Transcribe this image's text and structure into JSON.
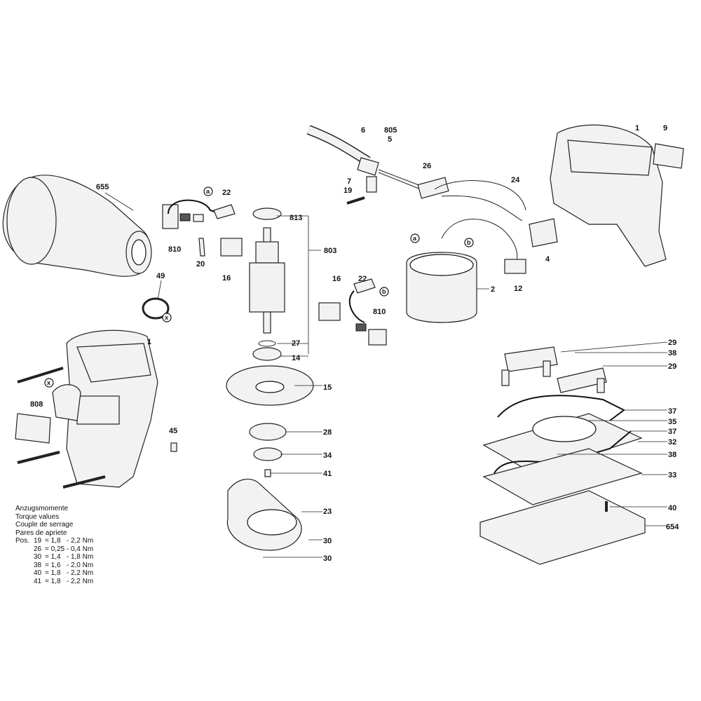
{
  "diagram": {
    "callouts": [
      {
        "label": "6"
      },
      {
        "label": "805"
      },
      {
        "label": "5"
      },
      {
        "label": "1"
      },
      {
        "label": "9"
      },
      {
        "label": "26"
      },
      {
        "label": "7"
      },
      {
        "label": "19"
      },
      {
        "label": "24"
      },
      {
        "label": "655"
      },
      {
        "label": "22"
      },
      {
        "label": "813"
      },
      {
        "label": "803"
      },
      {
        "label": "810"
      },
      {
        "label": "20"
      },
      {
        "label": "16"
      },
      {
        "label": "4"
      },
      {
        "label": "12"
      },
      {
        "label": "2"
      },
      {
        "label": "49"
      },
      {
        "label": "16"
      },
      {
        "label": "22"
      },
      {
        "label": "810"
      },
      {
        "label": "1"
      },
      {
        "label": "27"
      },
      {
        "label": "14"
      },
      {
        "label": "15"
      },
      {
        "label": "29"
      },
      {
        "label": "38"
      },
      {
        "label": "29"
      },
      {
        "label": "808"
      },
      {
        "label": "45"
      },
      {
        "label": "28"
      },
      {
        "label": "34"
      },
      {
        "label": "41"
      },
      {
        "label": "37"
      },
      {
        "label": "35"
      },
      {
        "label": "37"
      },
      {
        "label": "32"
      },
      {
        "label": "38"
      },
      {
        "label": "33"
      },
      {
        "label": "23"
      },
      {
        "label": "40"
      },
      {
        "label": "654"
      },
      {
        "label": "30"
      },
      {
        "label": "30"
      }
    ],
    "markers": [
      {
        "label": "a"
      },
      {
        "label": "a"
      },
      {
        "label": "b"
      },
      {
        "label": "b"
      },
      {
        "label": "x"
      },
      {
        "label": "x"
      }
    ]
  },
  "torque": {
    "lines": [
      "Anzugsmomente",
      "Torque values",
      "Couple de serrage",
      "Pares de apriete"
    ],
    "prefix": "Pos.",
    "rows": [
      {
        "pos": "19",
        "value": "= 1,8   - 2,2 Nm"
      },
      {
        "pos": "26",
        "value": "= 0,25 - 0,4 Nm"
      },
      {
        "pos": "30",
        "value": "= 1,4   - 1,8 Nm"
      },
      {
        "pos": "38",
        "value": "= 1,6   - 2,0 Nm"
      },
      {
        "pos": "40",
        "value": "= 1,8   - 2,2 Nm"
      },
      {
        "pos": "41",
        "value": "= 1,8   - 2,2 Nm"
      }
    ]
  }
}
